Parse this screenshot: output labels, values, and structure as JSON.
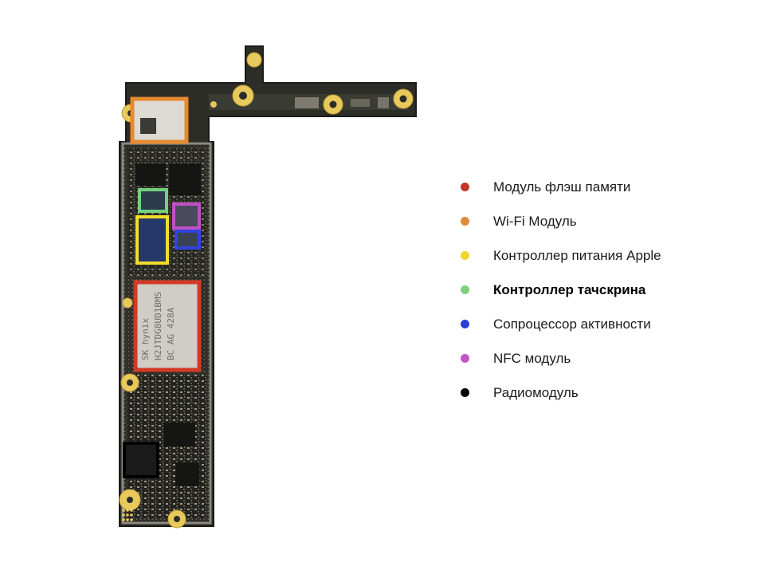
{
  "legend": {
    "items": [
      {
        "key": "flash",
        "label": "Модуль флэш памяти",
        "color": "#c0392b",
        "emphasized": false
      },
      {
        "key": "wifi",
        "label": "Wi-Fi Модуль",
        "color": "#e08a3c",
        "emphasized": false
      },
      {
        "key": "power",
        "label": "Контроллер питания Apple",
        "color": "#f0d630",
        "emphasized": false
      },
      {
        "key": "touch",
        "label": "Контроллер тачскрина",
        "color": "#7ed07e",
        "emphasized": true
      },
      {
        "key": "coprocessor",
        "label": "Сопроцессор активности",
        "color": "#2a3fd6",
        "emphasized": false
      },
      {
        "key": "nfc",
        "label": "NFC модуль",
        "color": "#c455c4",
        "emphasized": false
      },
      {
        "key": "radio",
        "label": "Радиомодуль",
        "color": "#000000",
        "emphasized": false
      }
    ]
  },
  "board": {
    "highlight_colors": {
      "flash": "#d23a25",
      "wifi": "#e6892f",
      "power": "#f2dd2a",
      "touch": "#73d17d",
      "coprocessor": "#2f44e0",
      "nfc": "#c04fc4",
      "radio": "#000000"
    },
    "chip_markings": {
      "flash_lines": [
        "SK hynix",
        "H2JTDG8UD1BMS",
        "BC  AG  428A"
      ]
    }
  }
}
